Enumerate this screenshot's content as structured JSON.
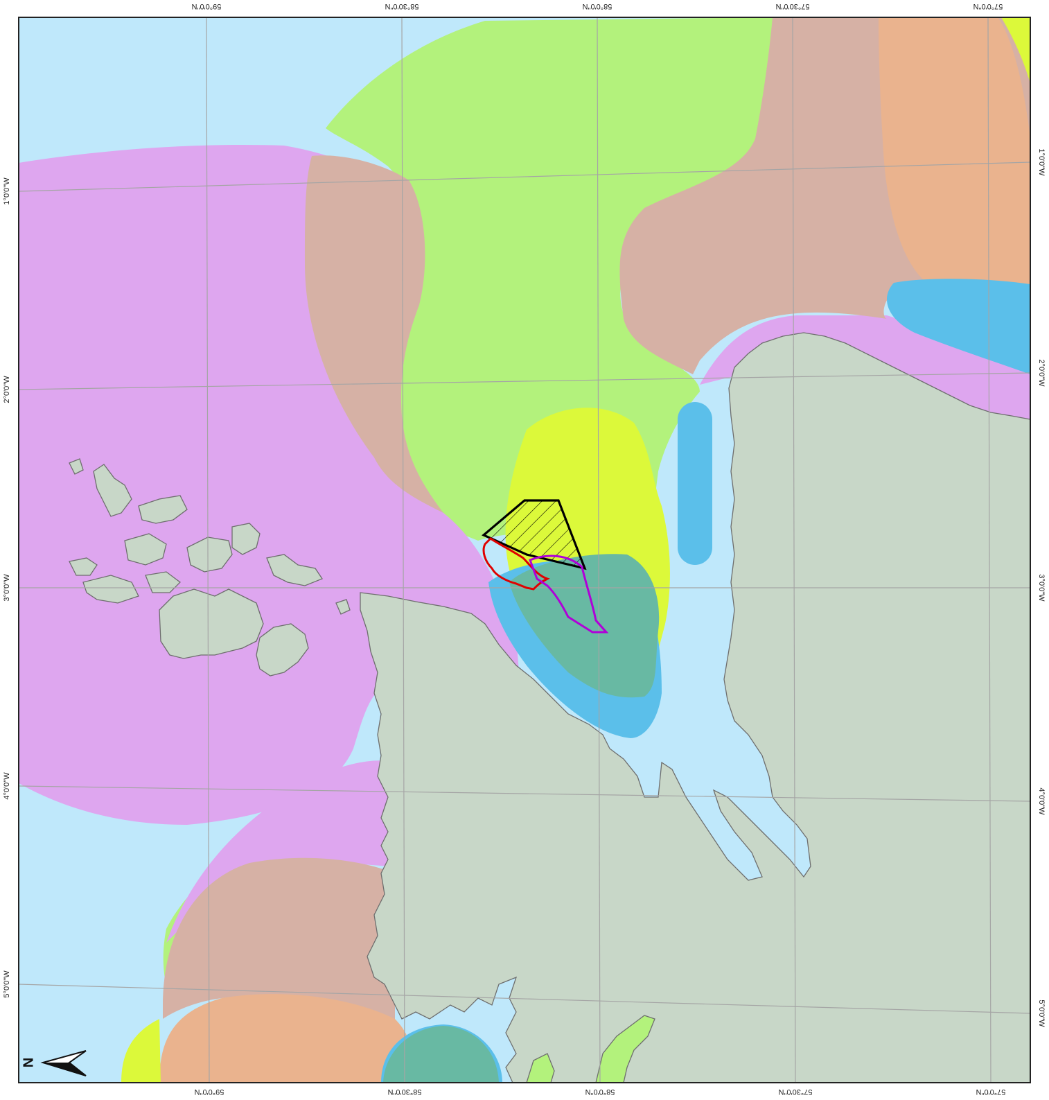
{
  "map": {
    "graticule_labels": {
      "top": [
        "59°0'0\"N",
        "58°30'0\"N",
        "58°0'0\"N",
        "57°30'0\"N",
        "57°0'0\"N"
      ],
      "bottom": [
        "59°0'0\"N",
        "58°30'0\"N",
        "58°0'0\"N",
        "57°30'0\"N",
        "57°0'0\"N"
      ],
      "left": [
        "1°0'0\"W",
        "2°0'0\"W",
        "3°0'0\"W",
        "4°0'0\"W",
        "5°0'0\"W"
      ],
      "right": [
        "1°0'0\"W",
        "2°0'0\"W",
        "3°0'0\"W",
        "4°0'0\"W",
        "5°0'0\"W"
      ]
    },
    "north_arrow_label": "N",
    "colors": {
      "sea": "#bfe8fb",
      "land": "#c8d7c8",
      "coast_line": "#6e6e6e",
      "magenta_zone": "#dea6ef",
      "green_zone": "#b3f27c",
      "brown_zone": "#d6b1a5",
      "orange_zone": "#eab38e",
      "yellow_zone": "#dcf93a",
      "blue_zone": "#5bbfea",
      "teal_zone": "#68b9a3",
      "hatched_area_outline": "#000000",
      "red_outline": "#e00000",
      "purple_outline": "#b000d8",
      "graticule": "#a5a5a5"
    }
  }
}
